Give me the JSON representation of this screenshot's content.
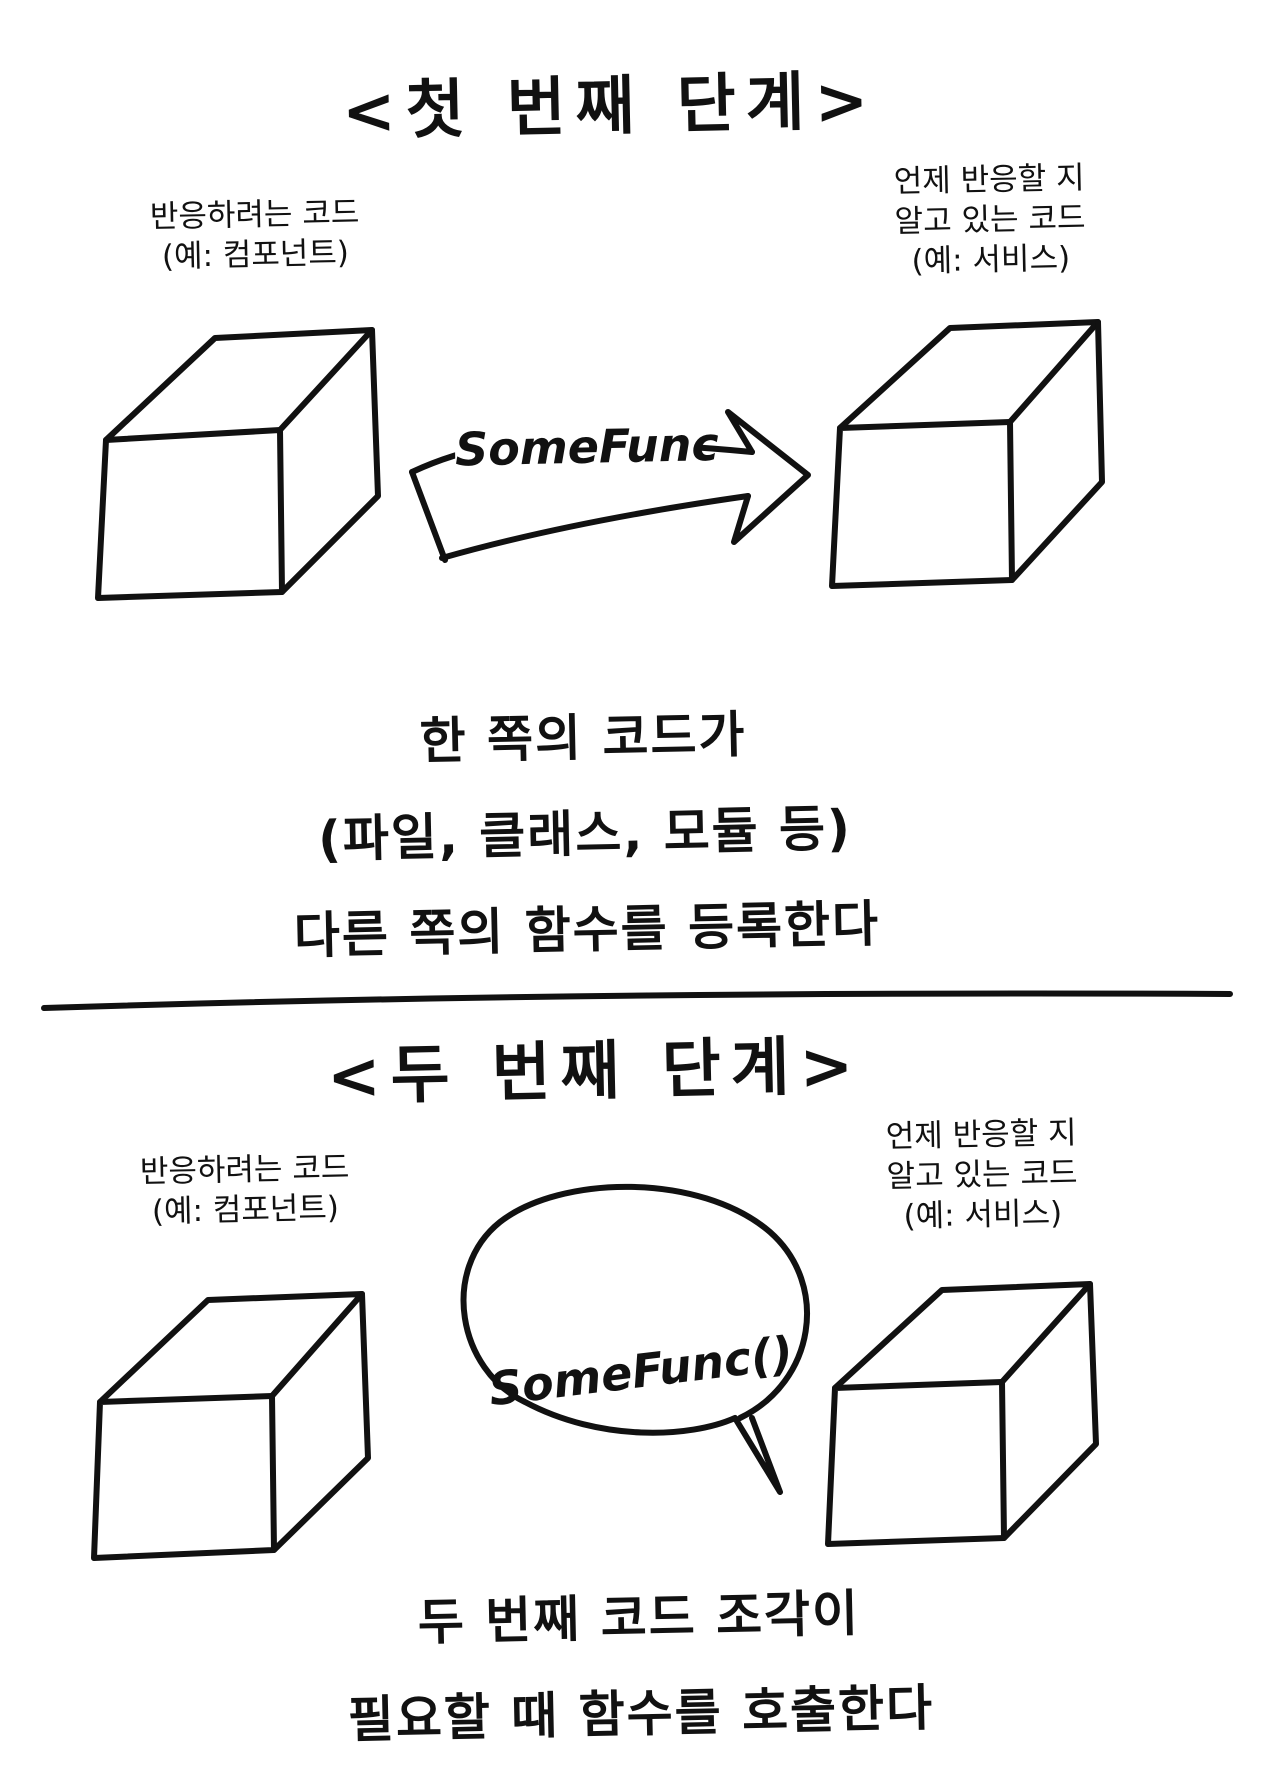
{
  "step1": {
    "title": "<첫 번째 단계>",
    "left_label": [
      "반응하려는 코드",
      "(예: 컴포넌트)"
    ],
    "right_label": [
      "언제 반응할 지",
      "알고 있는 코드",
      "(예: 서비스)"
    ],
    "function_label": "SomeFunc",
    "caption": [
      "한 쪽의 코드가",
      "(파일, 클래스, 모듈 등)",
      "다른 쪽의 함수를 등록한다"
    ]
  },
  "step2": {
    "title": "<두 번째 단계>",
    "left_label": [
      "반응하려는 코드",
      "(예: 컴포넌트)"
    ],
    "right_label": [
      "언제 반응할 지",
      "알고 있는 코드",
      "(예: 서비스)"
    ],
    "function_label": "SomeFunc()",
    "caption": [
      "두 번째 코드 조각이",
      "필요할 때 함수를 호출한다"
    ]
  },
  "icons": {
    "component": "cube-icon",
    "service": "cube-icon",
    "register": "arrow-icon",
    "call": "speech-bubble-icon"
  },
  "colors": {
    "ink": "#111111",
    "background": "#ffffff"
  }
}
